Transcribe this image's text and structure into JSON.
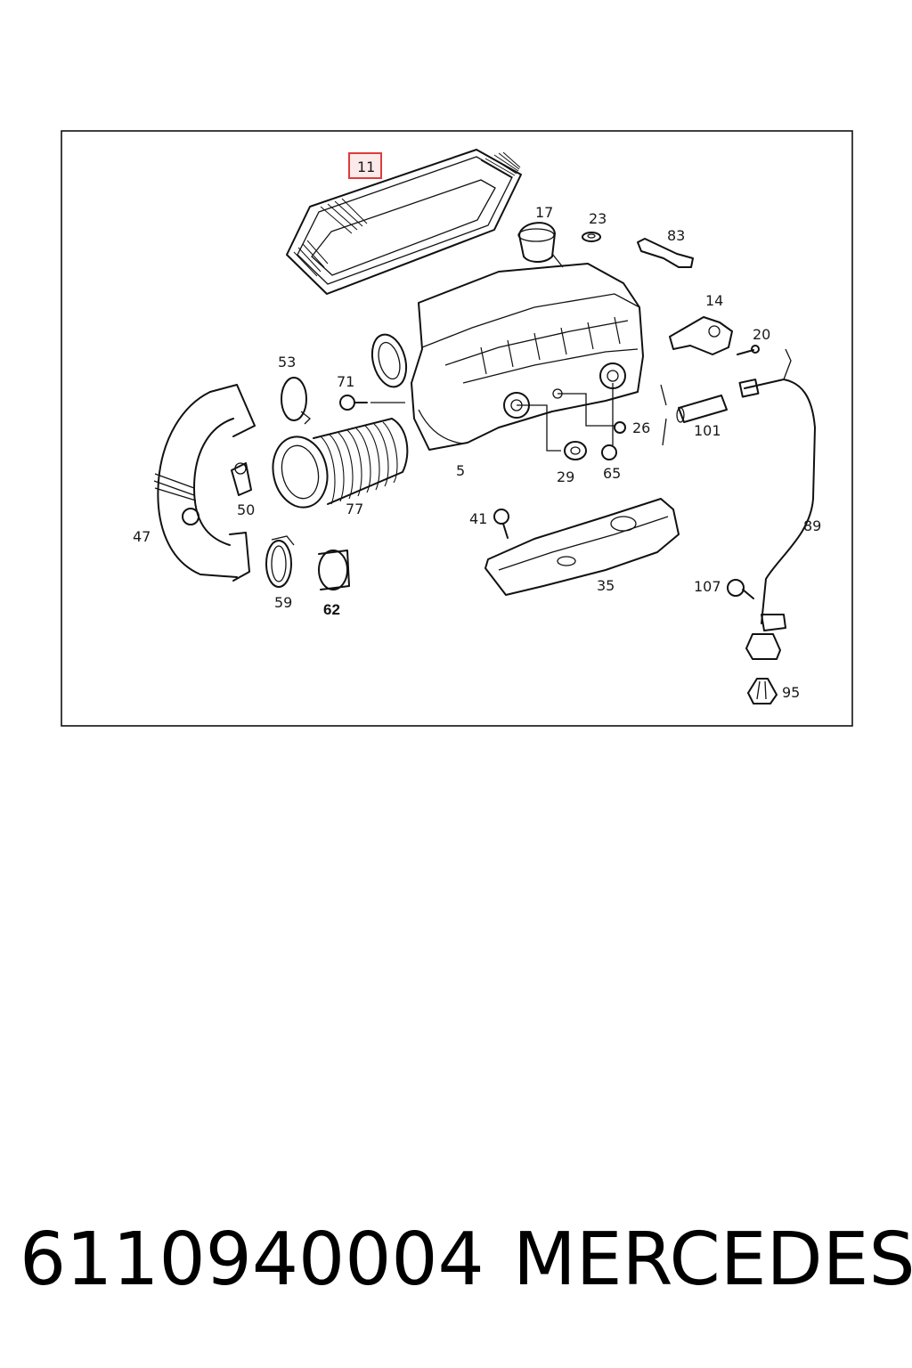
{
  "diagram": {
    "highlighted_callout": "11",
    "callouts": {
      "c11": "11",
      "c17": "17",
      "c23": "23",
      "c83": "83",
      "c14": "14",
      "c20": "20",
      "c53": "53",
      "c71": "71",
      "c26": "26",
      "c101": "101",
      "c5": "5",
      "c29": "29",
      "c65": "65",
      "c47": "47",
      "c50": "50",
      "c77": "77",
      "c41": "41",
      "c89": "89",
      "c35": "35",
      "c107": "107",
      "c59": "59",
      "c62": "62",
      "c95": "95"
    },
    "highlight_color": "#e03a3a"
  },
  "caption": {
    "part_number": "6110940004",
    "brand": "MERCEDES"
  }
}
